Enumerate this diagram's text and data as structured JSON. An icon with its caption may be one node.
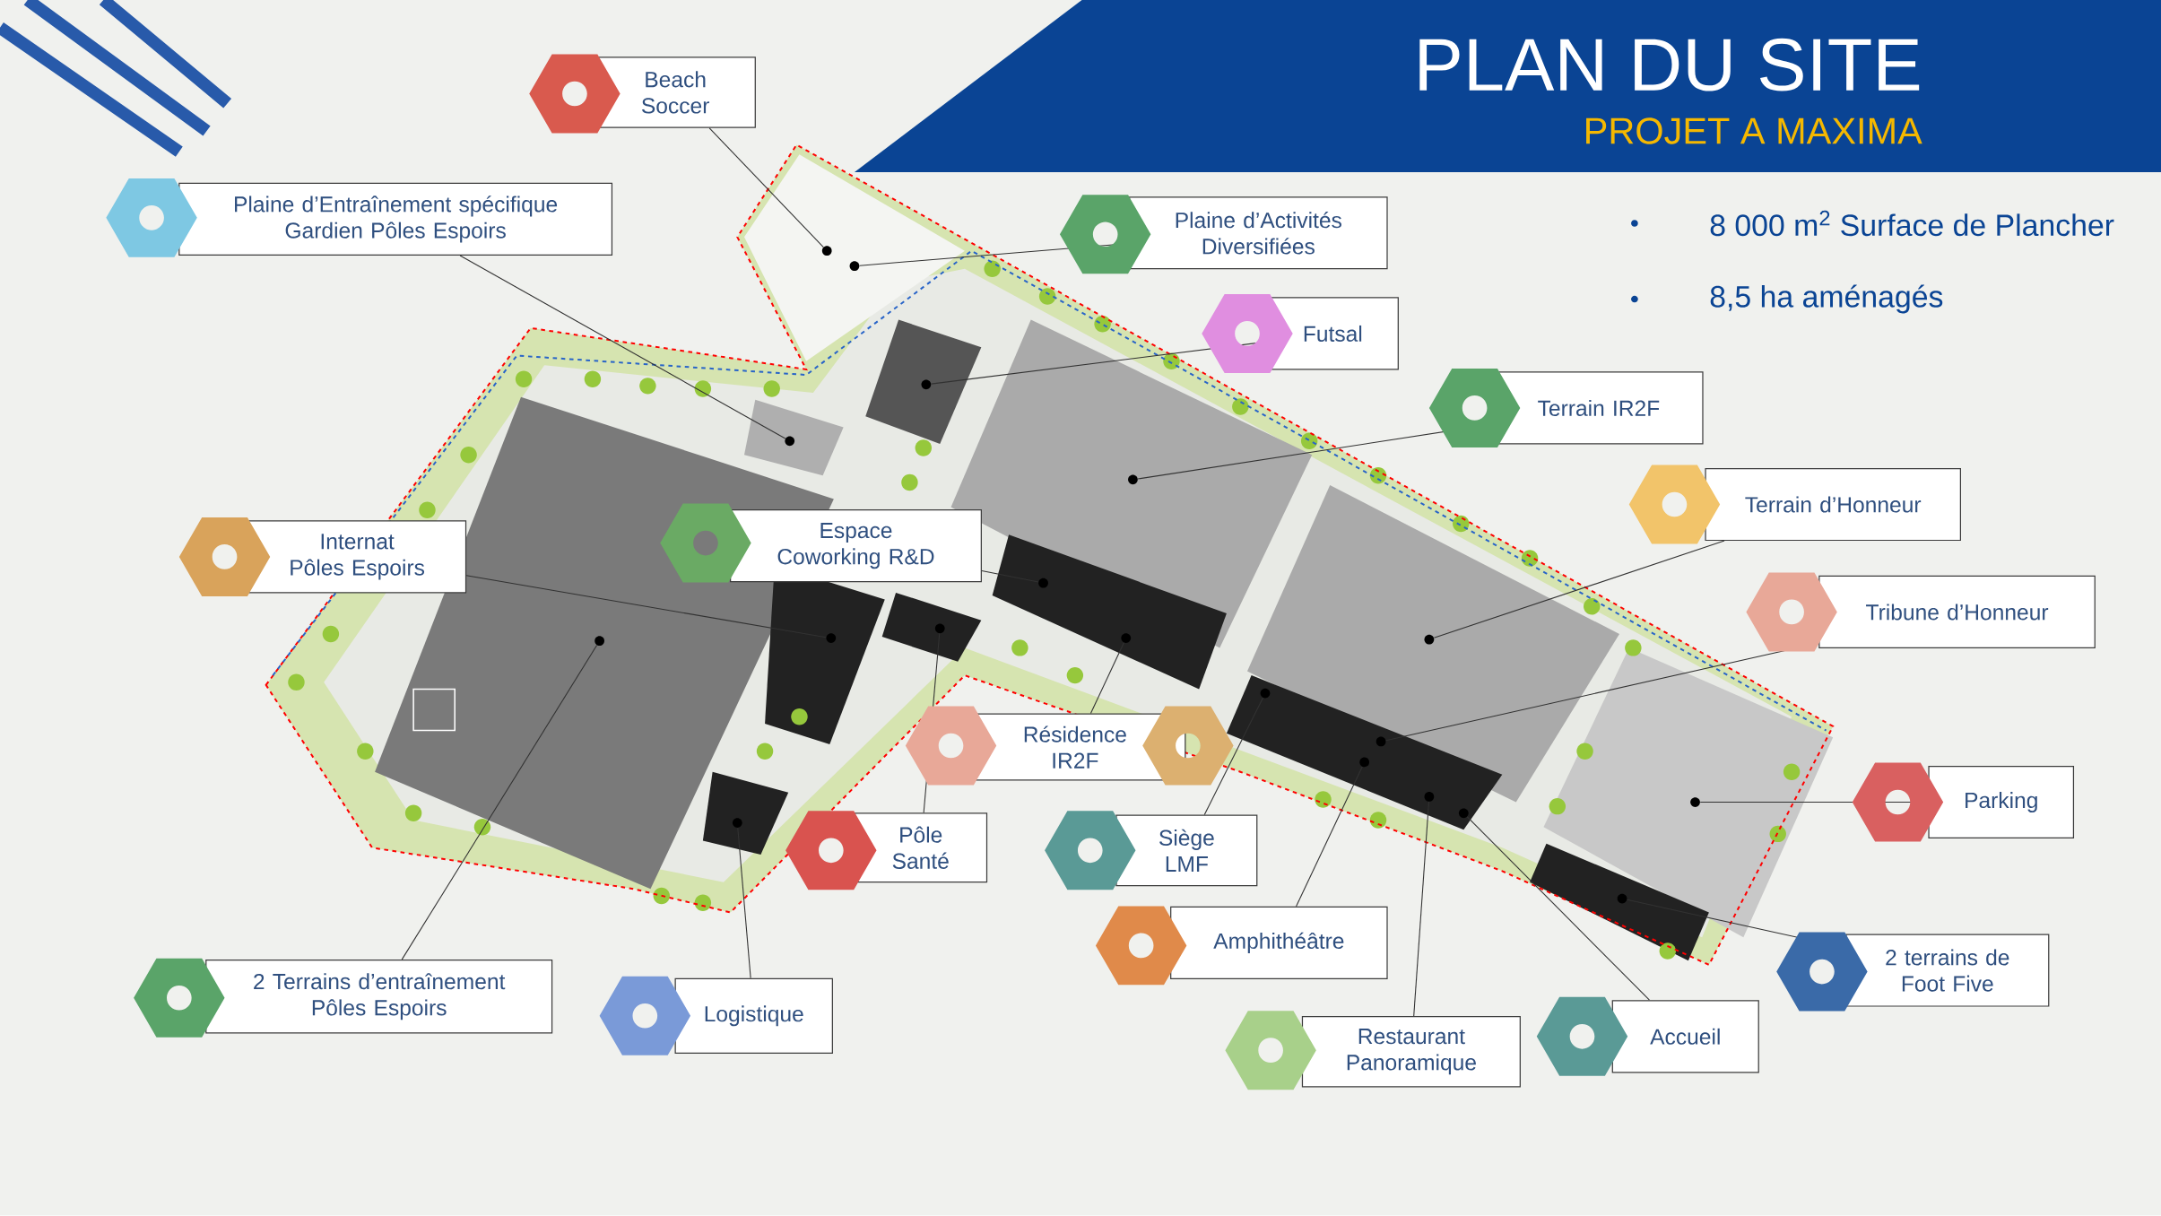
{
  "diagram": {
    "title": "PLAN DU SITE",
    "nodes": [
      {
        "text": [
          "Beach Soccer"
        ]
      },
      {
        "text": [
          "Plaine d’Entraînement spécifique Gardien Pôles Espoirs"
        ]
      },
      {
        "text": [
          "Plaine d’Activités Diversifiées"
        ]
      },
      {
        "text": [
          "Futsal"
        ]
      },
      {
        "text": [
          "Terrain IR2F"
        ]
      },
      {
        "text": [
          "Internat Pôles Espoirs"
        ]
      },
      {
        "text": [
          "Espace Coworking R&D"
        ]
      },
      {
        "text": [
          "Terrain d’Honneur"
        ]
      },
      {
        "text": [
          "Tribune d’Honneur"
        ]
      },
      {
        "text": [
          "Résidence IR2F"
        ]
      },
      {
        "text": [
          "Pôle Santé"
        ]
      },
      {
        "text": [
          "Siège LMF"
        ]
      },
      {
        "text": [
          "Parking"
        ]
      },
      {
        "text": [
          "Amphithéâtre"
        ]
      },
      {
        "text": [
          "2 Terrains d’entraînement Pôles Espoirs"
        ]
      },
      {
        "text": [
          "Logistique"
        ]
      },
      {
        "text": [
          "Restaurant Panoramique"
        ]
      },
      {
        "text": [
          "Accueil"
        ]
      },
      {
        "text": [
          "2 terrains de Foot Five"
        ]
      },
      {
        "text": [],
        "shape": "circle"
      },
      {
        "text": [],
        "shape": "circle"
      },
      {
        "text": [],
        "shape": "circle"
      },
      {
        "text": [],
        "shape": "circle"
      },
      {
        "text": [],
        "shape": "circle"
      },
      {
        "text": [],
        "shape": "circle"
      },
      {
        "text": [],
        "shape": "circle"
      },
      {
        "text": [],
        "shape": "circle"
      },
      {
        "text": [],
        "shape": "circle"
      },
      {
        "text": [],
        "shape": "circle"
      },
      {
        "text": [],
        "shape": "circle"
      },
      {
        "text": [],
        "shape": "circle"
      },
      {
        "text": [],
        "shape": "circle"
      },
      {
        "text": [],
        "shape": "circle"
      },
      {
        "text": [],
        "shape": "circle"
      },
      {
        "text": [],
        "shape": "circle"
      },
      {
        "text": [],
        "shape": "circle"
      },
      {
        "text": [],
        "shape": "circle"
      },
      {
        "text": [],
        "shape": "circle"
      }
    ],
    "edges": [
      {
        "from": 0,
        "to": 22,
        "arrow": "none"
      },
      {
        "from": 1,
        "to": 21,
        "arrow": "none"
      },
      {
        "from": 2,
        "to": 24,
        "arrow": "none"
      },
      {
        "from": 3,
        "to": 25,
        "arrow": "none"
      },
      {
        "from": 4,
        "to": 29,
        "arrow": "none"
      },
      {
        "from": 5,
        "to": 23,
        "arrow": "none"
      },
      {
        "from": 6,
        "to": 27,
        "arrow": "none"
      },
      {
        "from": 7,
        "to": 33,
        "arrow": "none"
      },
      {
        "from": 8,
        "to": 32,
        "arrow": "none"
      },
      {
        "from": 9,
        "to": 28,
        "arrow": "none"
      },
      {
        "from": 10,
        "to": 26,
        "arrow": "none"
      },
      {
        "from": 11,
        "to": 30,
        "arrow": "none"
      },
      {
        "from": 12,
        "to": 37,
        "arrow": "none"
      },
      {
        "from": 13,
        "to": 31,
        "arrow": "none"
      },
      {
        "from": 14,
        "to": 19,
        "arrow": "none"
      },
      {
        "from": 15,
        "to": 20,
        "arrow": "none"
      },
      {
        "from": 16,
        "to": 34,
        "arrow": "none"
      },
      {
        "from": 17,
        "to": 35,
        "arrow": "none"
      },
      {
        "from": 18,
        "to": 36,
        "arrow": "none"
      }
    ],
    "labels": [
      "PROJET A MAXIMA",
      "8 000 m$^{2}$ Surface de Plancher",
      "8,5 ha aménagés"
    ]
  }
}
